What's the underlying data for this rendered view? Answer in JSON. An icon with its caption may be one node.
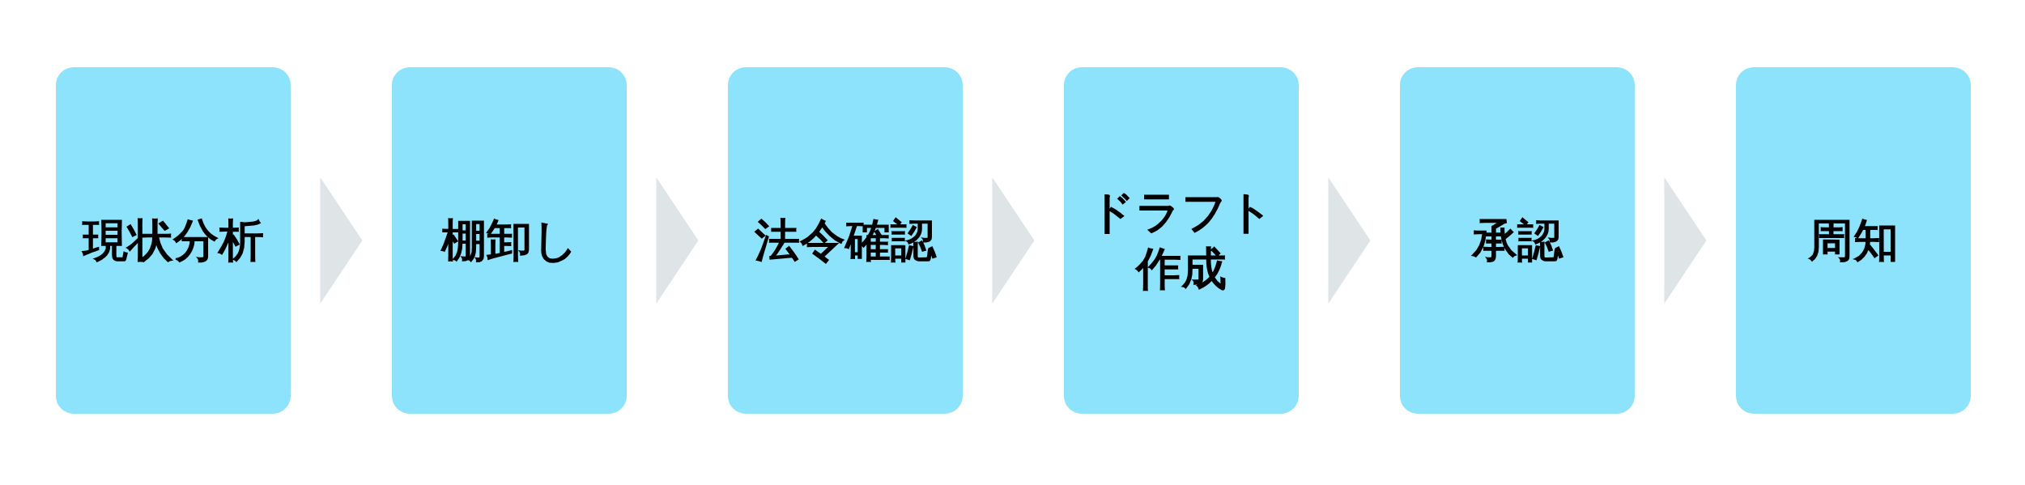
{
  "diagram": {
    "nodes": [
      {
        "text": [
          "現状分析"
        ]
      },
      {
        "text": [
          "棚卸し"
        ]
      },
      {
        "text": [
          "法令確認"
        ]
      },
      {
        "text": [
          "ドラフト作成"
        ]
      },
      {
        "text": [
          "承認"
        ]
      },
      {
        "text": [
          "周知"
        ]
      }
    ],
    "edges": [
      {
        "from": 0,
        "to": 1,
        "arrow": "to"
      },
      {
        "from": 1,
        "to": 2,
        "arrow": "to"
      },
      {
        "from": 2,
        "to": 3,
        "arrow": "to"
      },
      {
        "from": 3,
        "to": 4,
        "arrow": "to"
      },
      {
        "from": 4,
        "to": 5,
        "arrow": "to"
      }
    ]
  }
}
